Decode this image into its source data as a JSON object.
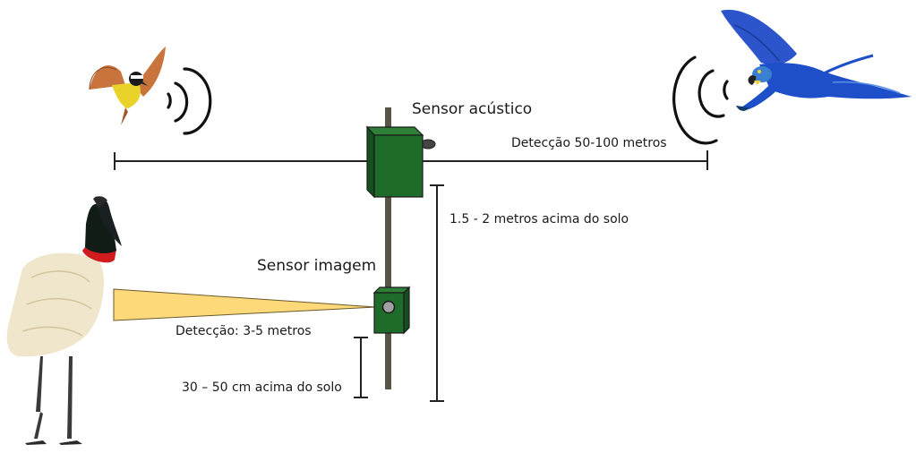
{
  "diagram": {
    "acoustic_sensor": {
      "label": "Sensor acústico",
      "range_label": "Detecção 50-100 metros",
      "height_label": "1.5 - 2 metros acima do solo"
    },
    "image_sensor": {
      "label": "Sensor imagem",
      "range_label": "Detecção: 3-5 metros",
      "height_label": "30 – 50 cm acima do solo"
    },
    "subjects": [
      {
        "name": "songbird",
        "icon": "flying-kiskadee-bird"
      },
      {
        "name": "macaw",
        "icon": "flying-blue-macaw"
      },
      {
        "name": "stork",
        "icon": "standing-jabiru-stork"
      }
    ],
    "colors": {
      "sensor_box": "#1e6b2a",
      "sensor_box_dark": "#14501d",
      "pole": "#5a5446",
      "detection_cone": "#fdd97a",
      "lines": "#222222",
      "macaw_blue": "#1f4fc8",
      "kiskadee_yellow": "#e9d22a",
      "kiskadee_wing": "#c9743c"
    }
  }
}
